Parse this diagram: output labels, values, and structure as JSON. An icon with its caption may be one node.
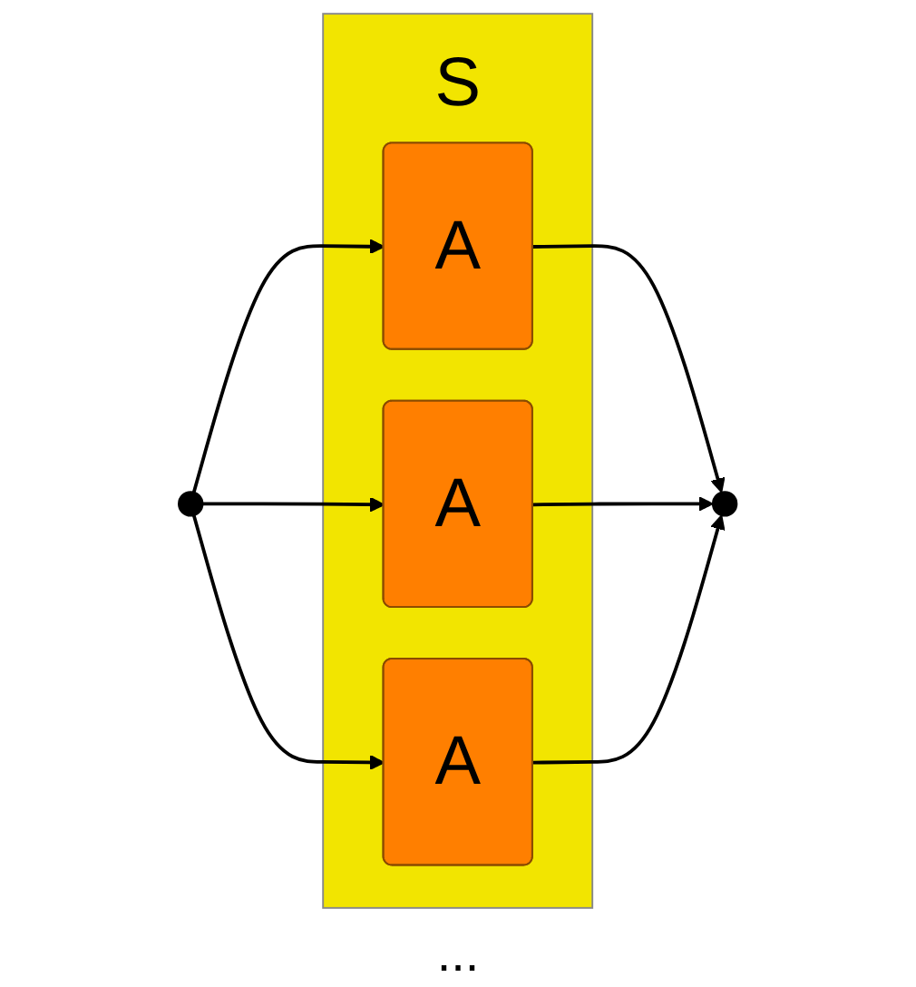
{
  "diagram": {
    "nodes": [
      {
        "text": [
          "S"
        ]
      },
      {
        "text": [
          "A"
        ],
        "in": 0
      },
      {
        "text": [
          "A"
        ],
        "in": 0
      },
      {
        "text": [
          "A"
        ],
        "in": 0
      }
    ],
    "edges": [
      {
        "from": null,
        "to": 1,
        "arrow": "to"
      },
      {
        "from": null,
        "to": 2,
        "arrow": "to"
      },
      {
        "from": null,
        "to": 3,
        "arrow": "to"
      },
      {
        "from": 1,
        "to": null,
        "arrow": "to"
      },
      {
        "from": 2,
        "to": null,
        "arrow": "to"
      },
      {
        "from": 3,
        "to": null,
        "arrow": "to"
      }
    ],
    "labels": [
      "..."
    ]
  }
}
